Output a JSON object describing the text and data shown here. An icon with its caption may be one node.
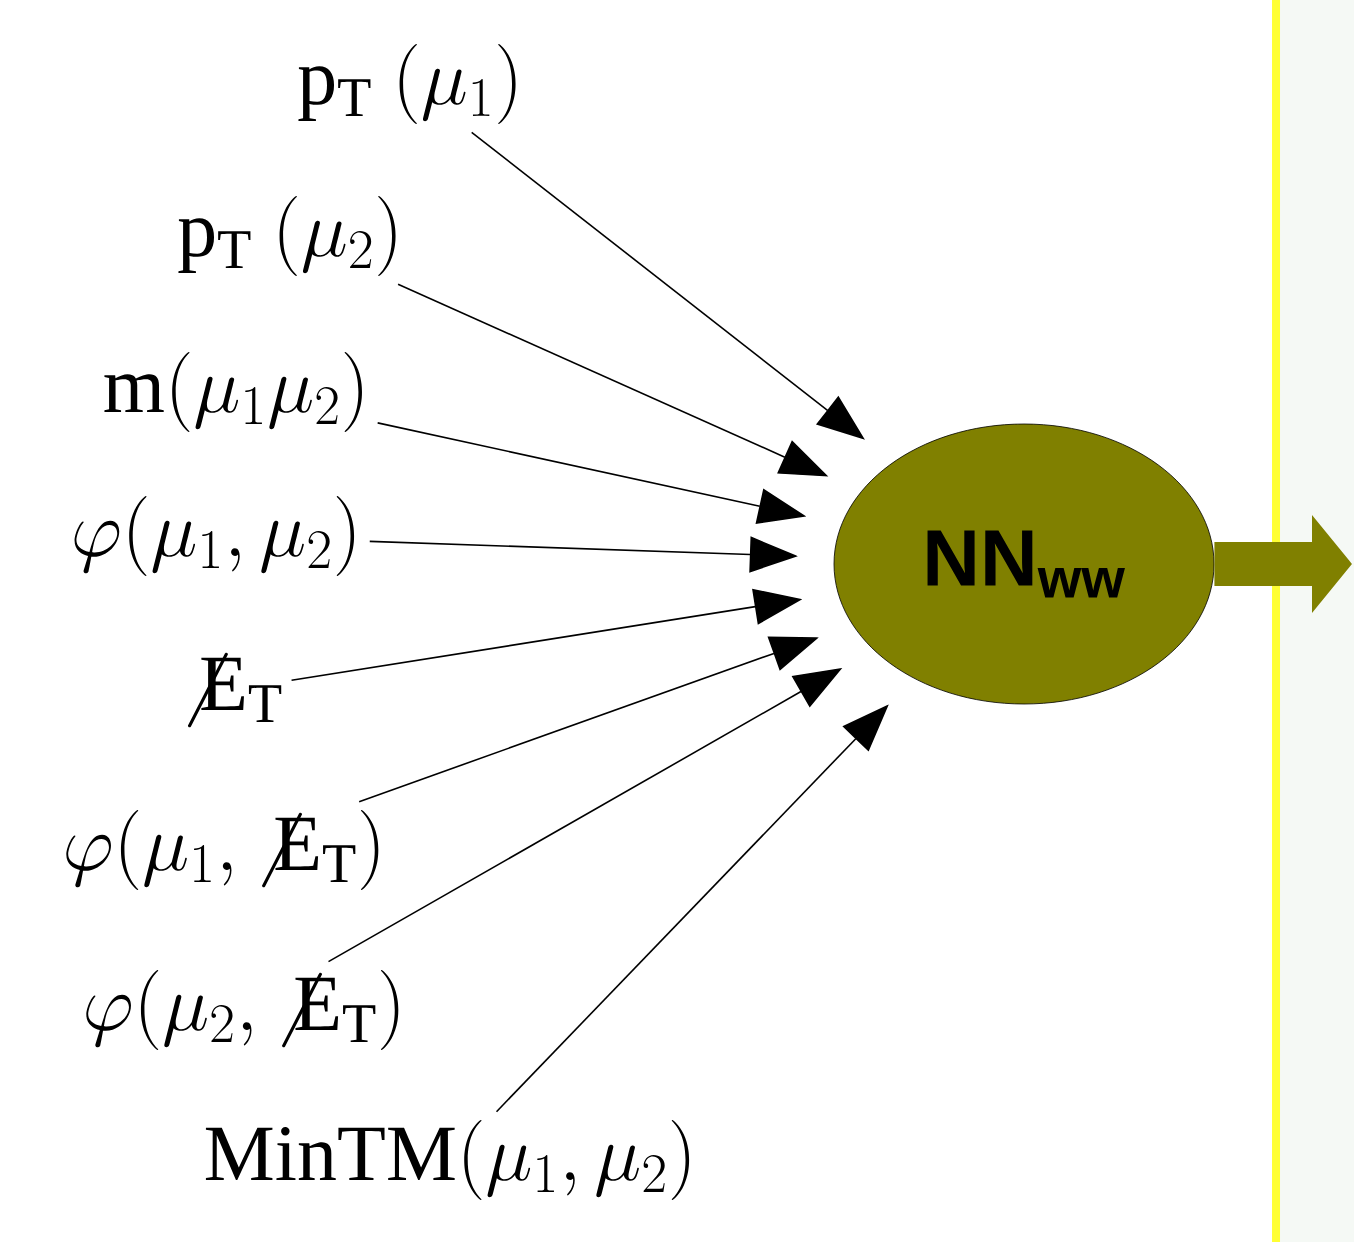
{
  "diagram": {
    "nodes": [
      {
        "text": [
          "\\mathrm{p}_{\\mathrm{T}}\\ (\\mu_{1})"
        ]
      },
      {
        "text": [
          "\\mathrm{p}_{\\mathrm{T}}\\ (\\mu_{2})"
        ]
      },
      {
        "text": [
          "\\mathrm{m}(\\mu_{1}\\mu_{2})"
        ]
      },
      {
        "text": [
          "\\varphi(\\mu_{1},\\mu_{2})"
        ]
      },
      {
        "text": [
          "\\not\\mathrm{E}_{\\mathrm{T}}"
        ]
      },
      {
        "text": [
          "\\varphi(\\mu_{1},\\not\\mathrm{E}_{\\mathrm{T}})"
        ]
      },
      {
        "text": [
          "\\varphi(\\mu_{2},\\not\\mathrm{E}_{\\mathrm{T}})"
        ]
      },
      {
        "text": [
          "\\mathrm{MinTM}(\\mu_{1},\\mu_{2})"
        ]
      },
      {
        "text": [
          "NN$_{ww}$"
        ]
      }
    ],
    "edges": [
      {
        "from": 0,
        "to": 8,
        "arrow": "to"
      },
      {
        "from": 1,
        "to": 8,
        "arrow": "to"
      },
      {
        "from": 2,
        "to": 8,
        "arrow": "to"
      },
      {
        "from": 3,
        "to": 8,
        "arrow": "to"
      },
      {
        "from": 4,
        "to": 8,
        "arrow": "to"
      },
      {
        "from": 5,
        "to": 8,
        "arrow": "to"
      },
      {
        "from": 6,
        "to": 8,
        "arrow": "to"
      },
      {
        "from": 7,
        "to": 8,
        "arrow": "to"
      },
      {
        "from": 8,
        "to": null,
        "arrow": "to",
        "style": "thick",
        "color": "#808000"
      }
    ]
  }
}
